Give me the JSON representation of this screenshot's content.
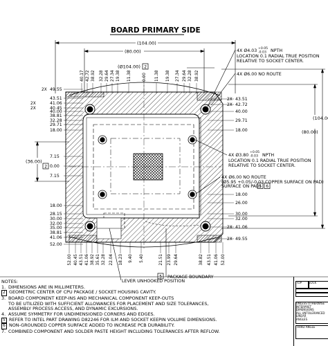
{
  "title": "BOARD PRIMARY SIDE",
  "overall": {
    "width_dim": "(104.00)",
    "inner_width_dim": "(80.00)",
    "height_dim": "(104.00)",
    "inner_height_dim": "(80.00)",
    "left_height_dim": "(36.00)",
    "circle_dim": "(Ø104.00)",
    "box_label": "2"
  },
  "top_dims": [
    "40.17",
    "42.72",
    "38.92",
    "32.28",
    "29.64",
    "27.34",
    "19.38",
    "11.38",
    "0.00",
    "11.38",
    "19.38",
    "27.34",
    "29.64",
    "32.28",
    "38.92"
  ],
  "bottom_dims": [
    "52.00",
    "40.45",
    "43.51",
    "41.06",
    "38.92",
    "35.61",
    "32.28",
    "22.04",
    "18.23",
    "9.40",
    "5.40",
    "21.51",
    "23.99",
    "29.64",
    "38.82",
    "43.51",
    "41.06",
    "52.00"
  ],
  "left_dims": [
    "49.55",
    "43.51",
    "41.06",
    "40.45",
    "40.00",
    "38.81",
    "32.28",
    "29.71",
    "18.00",
    "7.15",
    "0.00",
    "7.15",
    "18.00",
    "28.15",
    "30.00",
    "32.00",
    "35.00",
    "38.81",
    "41.06",
    "52.00"
  ],
  "left_prefix": "2X",
  "left_box_label": "2",
  "right_dims": [
    "43.51",
    "42.72",
    "40.00",
    "29.71",
    "18.00",
    "18.00",
    "26.00",
    "30.00",
    "32.00",
    "41.06",
    "49.55"
  ],
  "callouts": {
    "hole_a": "4X Ø4.03",
    "hole_a_tol": "+0.05 / -0.03",
    "hole_a_tail": "NPTH",
    "hole_a_note": "LOCATION 0.1 RADIAL TRUE POSITION RELATIVE TO SOCKET CENTER.",
    "no_route_top": "4X Ø6.00 NO ROUTE",
    "hole_b": "4X Ø3.80",
    "hole_b_tol": "+0.05 / -0.03",
    "hole_b_tail": "NPTH",
    "hole_b_note": "LOCATION 0.1 RADIAL TRUE POSITION RELATIVE TO SOCKET CENTER.",
    "no_route_mid": "4X Ø6.00 NO ROUTE",
    "copper_pad": "(Ø5.95 +0.05/-0.03 COPPER SURFACE ON PAD)",
    "copper_boxes": [
      "5",
      "6"
    ],
    "lever_unhooked": "LEVER UNHOOKED POSITION",
    "package_boundary": "PACKAGE BOUNDARY",
    "package_box": "5"
  },
  "notes": {
    "header": "NOTES:",
    "items": [
      {
        "num": "1.",
        "boxed": false,
        "text": "DIMENSIONS ARE IN MILLIMETERS."
      },
      {
        "num": "2",
        "boxed": true,
        "text": "GEOMETRIC CENTER OF CPU PACKAGE / SOCKET HOUSING CAVITY."
      },
      {
        "num": "3.",
        "boxed": false,
        "text": "BOARD COMPONENT KEEP-INS AND MECHANICAL COMPONENT KEEP-OUTS",
        "cont": "TO BE UTILIZED WITH SUFFICIENT ALLOWANCES FOR PLACEMENT AND SIZE TOLERANCES,",
        "cont2": "ASSEMBLY PROCESS  ACCESS, AND DYNAMIC EXCURSIONS."
      },
      {
        "num": "4.",
        "boxed": false,
        "text": "ASSUME SYMMETRY FOR UNDIMENSIONED CORNERS AND EDGES."
      },
      {
        "num": "5",
        "boxed": true,
        "text": "REFER TO INTEL PART DRAWING D82246 FOR ILM AND SOCKET KEEPIN VOLUME DIMENSIONS."
      },
      {
        "num": "6",
        "boxed": true,
        "text": "NON-GROUNDED COPPER SURFACE ADDED TO INCREASE PCB DURABILITY."
      },
      {
        "num": "7.",
        "boxed": false,
        "text": "COMBINED COMPONENT AND SOLDER PASTE HEIGHT INCLUDING TOLERANCES AFTER REFLOW."
      }
    ]
  },
  "titleblock": {
    "top": "TOP",
    "socket": "SOCK",
    "rows": [
      "UNLESS OTHERWISE",
      "INTERPRET DIMENSIONS",
      "ALL UNTOLERANCED",
      "LINEAR",
      "ANGLES"
    ],
    "third_angle": "THIRD ANGLE"
  }
}
